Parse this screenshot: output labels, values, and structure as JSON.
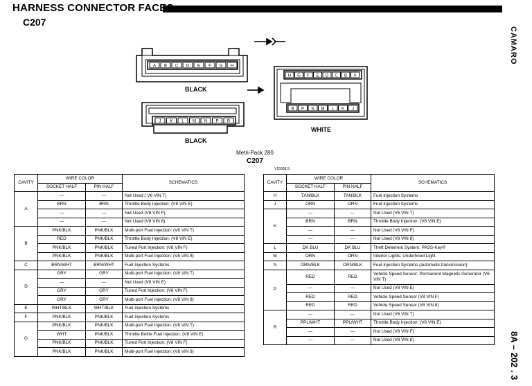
{
  "header": {
    "title": "HARNESS CONNECTOR FACES",
    "connector": "C207",
    "side_label": "CAMARO",
    "page_number": "8A – 202 . 3"
  },
  "diagram": {
    "black_top_pins": [
      "A",
      "B",
      "C",
      "D",
      "E",
      "F",
      "G",
      "H"
    ],
    "black_bottom_pins": [
      "J",
      "K",
      "L",
      "M",
      "N",
      "P",
      "R"
    ],
    "white_top_pins": [
      "H",
      "G",
      "F",
      "E",
      "D",
      "C",
      "B",
      "A"
    ],
    "white_bottom_pins": [
      "R",
      "P",
      "N",
      "M",
      "L",
      "K",
      "J"
    ],
    "label_black_top": "BLACK",
    "label_black_bottom": "BLACK",
    "label_white": "WHITE",
    "caption_line1": "Metri-Pack 280",
    "caption_line2": "C207",
    "figure_id": "V15008.S"
  },
  "table_headers": {
    "cavity": "CAVITY",
    "wire_color": "WIRE COLOR",
    "socket_half": "SOCKET HALF",
    "pin_half": "PIN HALF",
    "schematics": "SCHEMATICS"
  },
  "left_table": {
    "groups": [
      {
        "cavity": "A",
        "rows": [
          {
            "socket": "—",
            "pin": "—",
            "schem": "Not Used ( V6 VIN T)"
          },
          {
            "socket": "BRN",
            "pin": "BRN",
            "schem": "Throttle Body Injection: (V8 VIN E)"
          },
          {
            "socket": "—",
            "pin": "—",
            "schem": "Not Used (V8 VIN F)"
          },
          {
            "socket": "—",
            "pin": "—",
            "schem": "Not Used (V8 VIN 8)"
          }
        ]
      },
      {
        "cavity": "B",
        "rows": [
          {
            "socket": "PNK/BLK",
            "pin": "PNK/BLK",
            "schem": "Multi-port Fuel Injection: (V6 VIN T)"
          },
          {
            "socket": "RED",
            "pin": "PNK/BLK",
            "schem": "Throttle Body Injection: (V8 VIN E)"
          },
          {
            "socket": "PNK/BLK",
            "pin": "PNK/BLK",
            "schem": "Tuned Port Injection: (V8 VIN F)"
          },
          {
            "socket": "PNK/BLK",
            "pin": "PNK/BLK",
            "schem": "Multi-port Fuel Injection: (V8 VIN 8)"
          }
        ]
      },
      {
        "cavity": "C",
        "rows": [
          {
            "socket": "BRN/WHT",
            "pin": "BRN/WHT",
            "schem": "Fuel Injection Systems"
          }
        ]
      },
      {
        "cavity": "D",
        "rows": [
          {
            "socket": "GRY",
            "pin": "GRY",
            "schem": "Multi-port Fuel Injection: (V6 VIN T)"
          },
          {
            "socket": "—",
            "pin": "—",
            "schem": "Not Used (V8 VIN E)"
          },
          {
            "socket": "GRY",
            "pin": "GRY",
            "schem": "Tuned Port Injection: (V8 VIN F)"
          },
          {
            "socket": "GRY",
            "pin": "GRY",
            "schem": "Multi-port Fuel Injection: (V8 VIN 8)"
          }
        ]
      },
      {
        "cavity": "E",
        "rows": [
          {
            "socket": "WHT/BLK",
            "pin": "WHT/BLK",
            "schem": "Fuel Injection Systems"
          }
        ]
      },
      {
        "cavity": "F",
        "rows": [
          {
            "socket": "PNK/BLK",
            "pin": "PNK/BLK",
            "schem": "Fuel Injection Systems"
          }
        ]
      },
      {
        "cavity": "G",
        "rows": [
          {
            "socket": "PNK/BLK",
            "pin": "PNK/BLK",
            "schem": "Multi-port Fuel Injection: (V6 VIN T)"
          },
          {
            "socket": "WHT",
            "pin": "PNK/BLK",
            "schem": "Throttle Bottle Fuel Injection: (V8 VIN E)"
          },
          {
            "socket": "PNK/BLK",
            "pin": "PNK/BLK",
            "schem": "Tuned Port Injection: (V8 VIN F)"
          },
          {
            "socket": "PNK/BLK",
            "pin": "PNK/BLK",
            "schem": "Multi-port Fuel Injection: (V8 VIN 8)"
          }
        ]
      }
    ]
  },
  "right_table": {
    "groups": [
      {
        "cavity": "H",
        "rows": [
          {
            "socket": "TAN/BLK",
            "pin": "TAN/BLK",
            "schem": "Fuel Injection Systems"
          }
        ]
      },
      {
        "cavity": "J",
        "rows": [
          {
            "socket": "ORN",
            "pin": "ORN",
            "schem": "Fuel Injection Systems"
          }
        ]
      },
      {
        "cavity": "K",
        "rows": [
          {
            "socket": "—",
            "pin": "—",
            "schem": "Not Used (V6 VIN T)"
          },
          {
            "socket": "BRN",
            "pin": "BRN",
            "schem": "Throttle Body Injection: (V8 VIN E)"
          },
          {
            "socket": "—",
            "pin": "—",
            "schem": "Not Used (V8 VIN F)"
          },
          {
            "socket": "—",
            "pin": "—",
            "schem": "Not Used (V8 VIN 8)"
          }
        ]
      },
      {
        "cavity": "L",
        "rows": [
          {
            "socket": "DK BLU",
            "pin": "DK BLU",
            "schem": "Theft Deterrent System: PASS-Key®"
          }
        ]
      },
      {
        "cavity": "M",
        "rows": [
          {
            "socket": "ORN",
            "pin": "ORN",
            "schem": "Interior Lights: Underhood Light"
          }
        ]
      },
      {
        "cavity": "N",
        "rows": [
          {
            "socket": "ORN/BLK",
            "pin": "ORN/BLK",
            "schem": "Fuel Injection Systems (automatic transmission)"
          }
        ]
      },
      {
        "cavity": "P",
        "rows": [
          {
            "socket": "RED",
            "pin": "RED",
            "schem": "Vehicle Speed Sensor: Permanent Magnetic Generator (V6 VIN T)",
            "tall": true
          },
          {
            "socket": "—",
            "pin": "—",
            "schem": "Not Used (V8 VIN E)"
          },
          {
            "socket": "RED",
            "pin": "RED",
            "schem": "Vehicle Speed Sensor (V8 VIN F)"
          },
          {
            "socket": "RED",
            "pin": "RED",
            "schem": "Vehicle Speed Sensor (V8 VIN 8)"
          }
        ]
      },
      {
        "cavity": "R",
        "rows": [
          {
            "socket": "—",
            "pin": "—",
            "schem": "Not Used (V6 VIN T)"
          },
          {
            "socket": "PPL/WHT",
            "pin": "PPL/WHT",
            "schem": "Throttle Body Injection: (V8 VIN E)"
          },
          {
            "socket": "—",
            "pin": "—",
            "schem": "Not Used (V8 VIN F)"
          },
          {
            "socket": "—",
            "pin": "—",
            "schem": "Not Used (V8 VIN 8)"
          }
        ]
      }
    ]
  }
}
